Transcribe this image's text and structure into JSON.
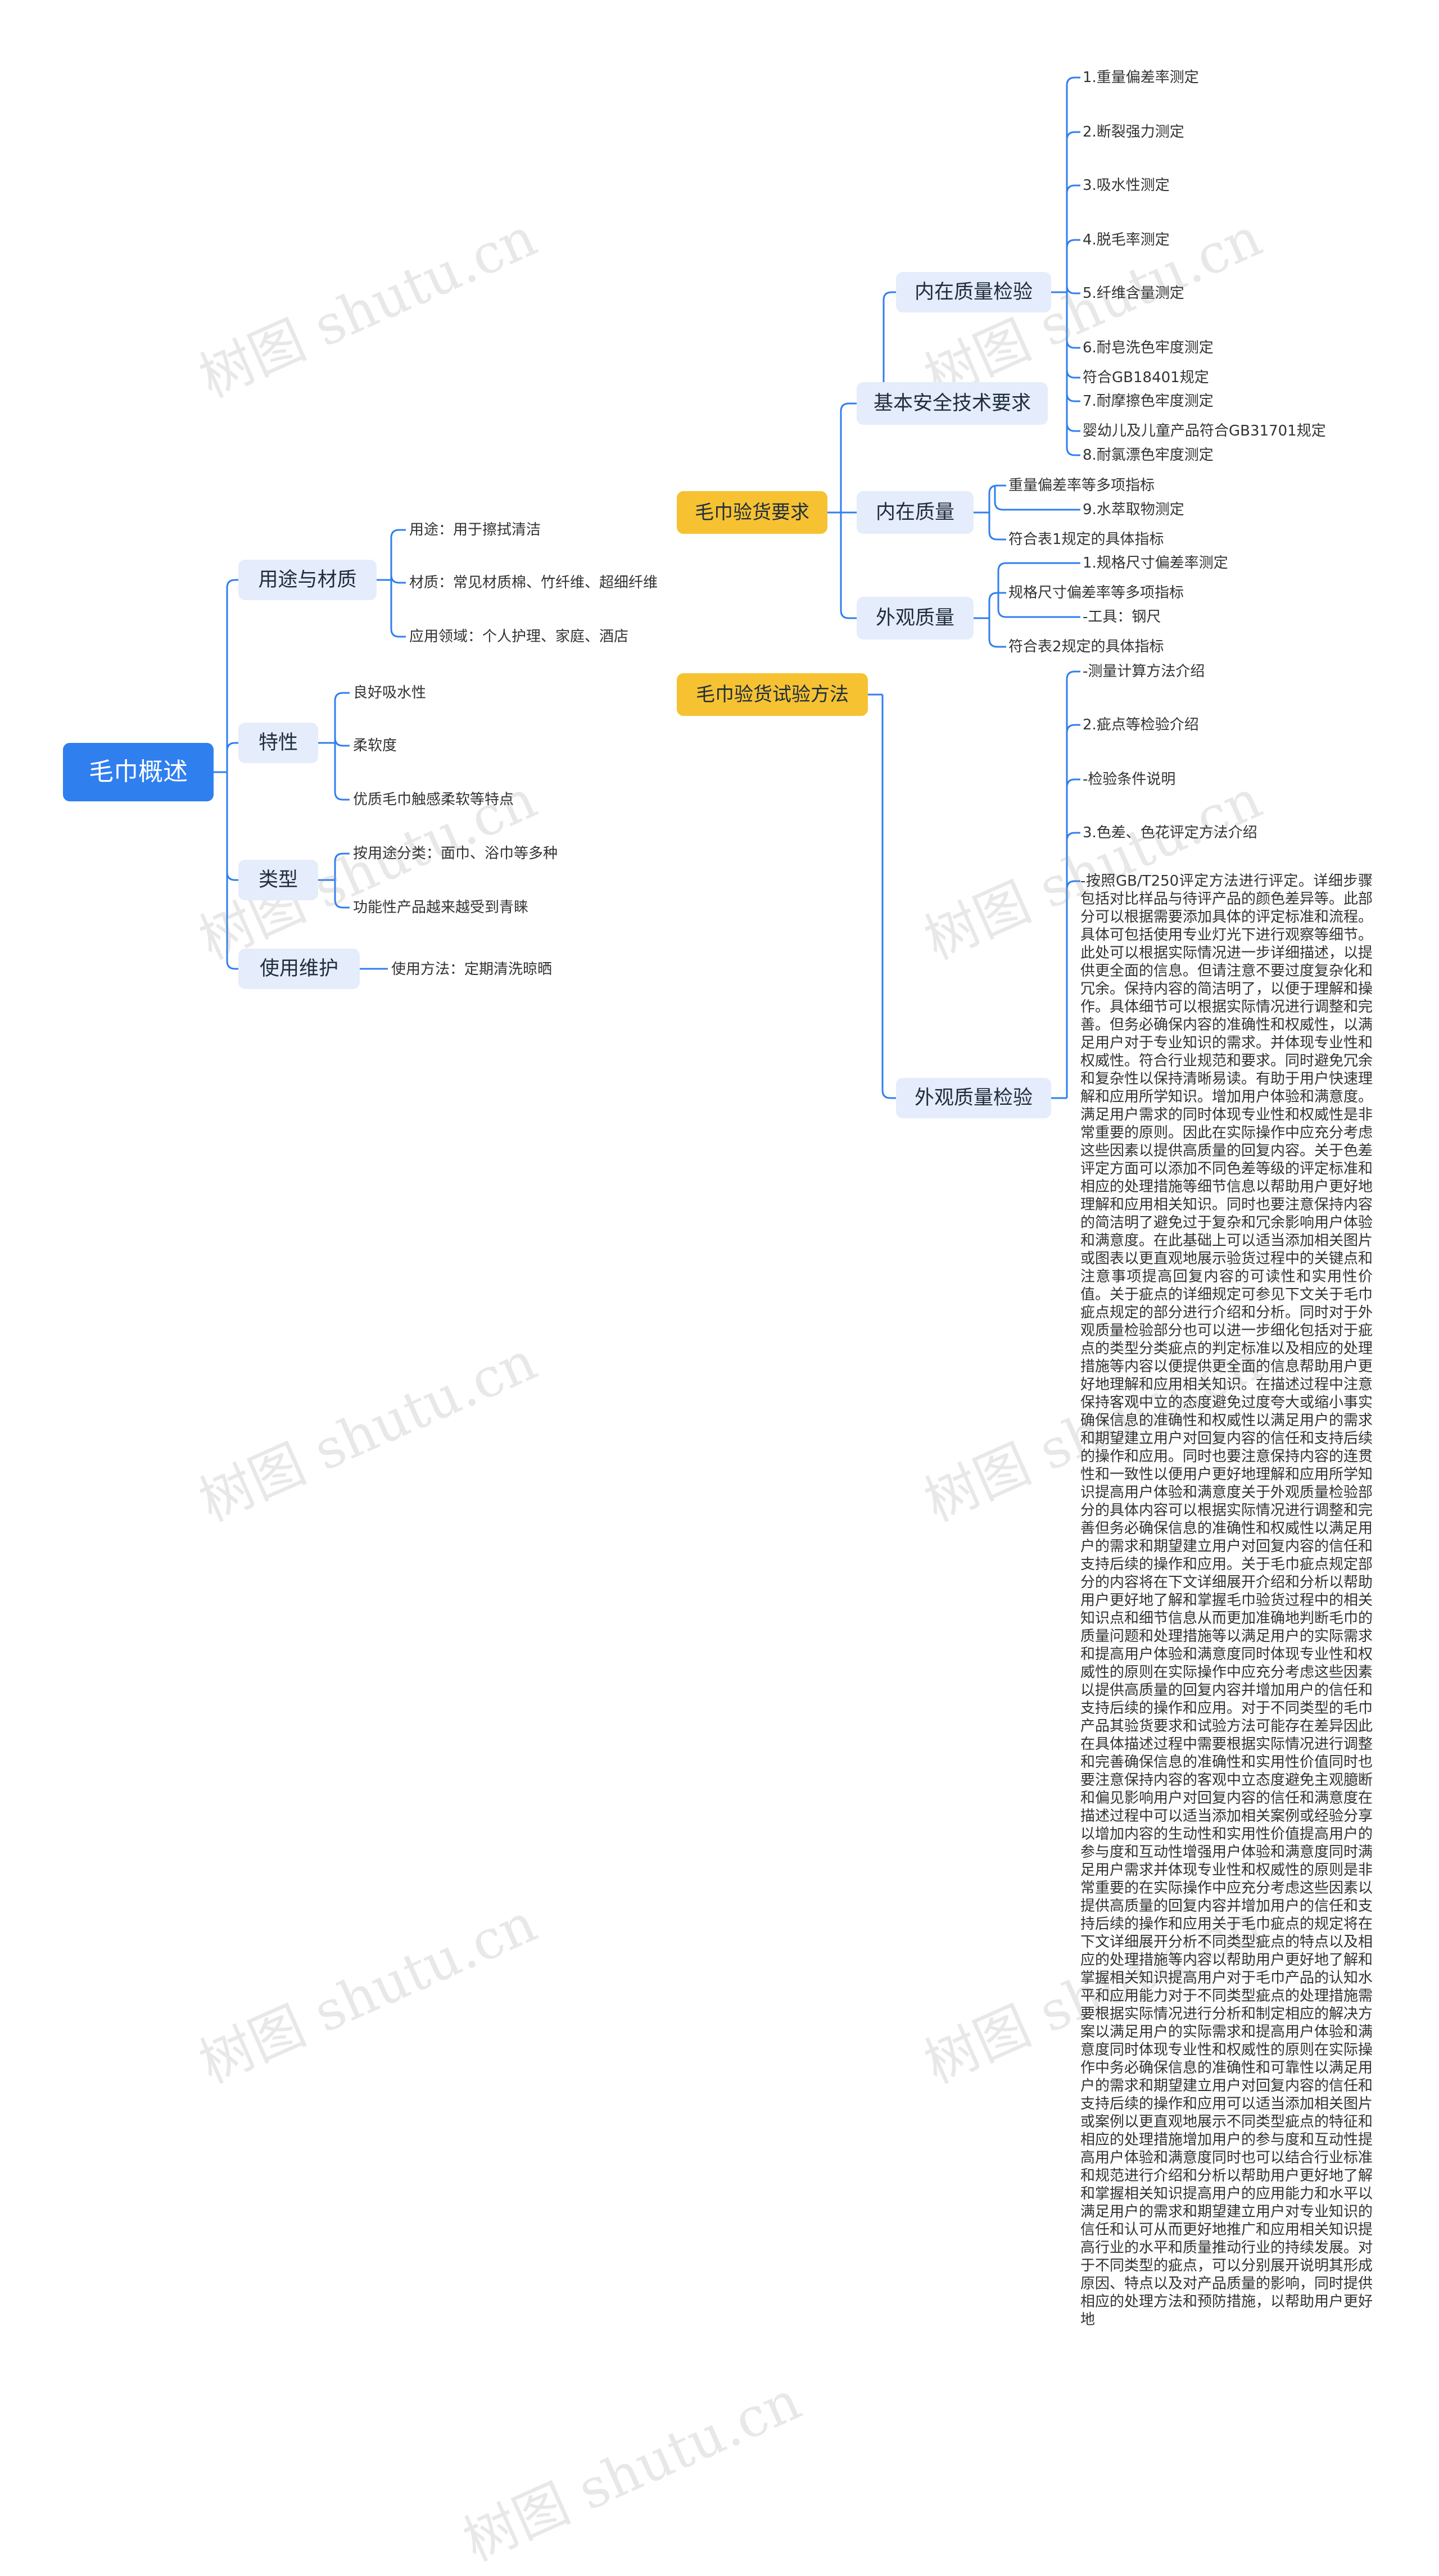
{
  "root": "毛巾概述",
  "left": {
    "usage": {
      "label": "用途与材质",
      "items": [
        "用途：用于擦拭清洁",
        "材质：常见材质棉、竹纤维、超细纤维",
        "应用领域：个人护理、家庭、酒店"
      ]
    },
    "features": {
      "label": "特性",
      "items": [
        "良好吸水性",
        "柔软度",
        "优质毛巾触感柔软等特点"
      ]
    },
    "types": {
      "label": "类型",
      "items": [
        "按用途分类：面巾、浴巾等多种",
        "功能性产品越来越受到青睐"
      ]
    },
    "care": {
      "label": "使用维护",
      "items": [
        "使用方法：定期清洗晾晒"
      ]
    }
  },
  "right": {
    "acceptance": {
      "label": "毛巾验货要求",
      "safety": {
        "label": "基本安全技术要求",
        "inner_check": {
          "label": "内在质量检验",
          "items": [
            "1.重量偏差率测定",
            "2.断裂强力测定",
            "3.吸水性测定",
            "4.脱毛率测定",
            "5.纤维含量测定",
            "6.耐皂洗色牢度测定",
            "符合GB18401规定",
            "7.耐摩擦色牢度测定",
            "婴幼儿及儿童产品符合GB31701规定",
            "8.耐氯漂色牢度测定"
          ]
        }
      },
      "inner": {
        "label": "内在质量",
        "sub": "重量偏差率等多项指标",
        "sub_child": "9.水萃取物测定",
        "item": "符合表1规定的具体指标"
      },
      "appearance": {
        "label": "外观质量",
        "first": "1.规格尺寸偏差率测定",
        "sub": "规格尺寸偏差率等多项指标",
        "sub_child": "-工具：钢尺",
        "item": "符合表2规定的具体指标"
      }
    },
    "test": {
      "label": "毛巾验货试验方法",
      "appearance_check": {
        "label": "外观质量检验",
        "items": [
          "-测量计算方法介绍",
          "2.疵点等检验介绍",
          "-检验条件说明",
          "3.色差、色花评定方法介绍"
        ],
        "paragraph": "-按照GB/T250评定方法进行评定。详细步骤包括对比样品与待评产品的颜色差异等。此部分可以根据需要添加具体的评定标准和流程。具体可包括使用专业灯光下进行观察等细节。此处可以根据实际情况进一步详细描述，以提供更全面的信息。但请注意不要过度复杂化和冗余。保持内容的简洁明了，以便于理解和操作。具体细节可以根据实际情况进行调整和完善。但务必确保内容的准确性和权威性，以满足用户对于专业知识的需求。并体现专业性和权威性。符合行业规范和要求。同时避免冗余和复杂性以保持清晰易读。有助于用户快速理解和应用所学知识。增加用户体验和满意度。满足用户需求的同时体现专业性和权威性是非常重要的原则。因此在实际操作中应充分考虑这些因素以提供高质量的回复内容。关于色差评定方面可以添加不同色差等级的评定标准和相应的处理措施等细节信息以帮助用户更好地理解和应用相关知识。同时也要注意保持内容的简洁明了避免过于复杂和冗余影响用户体验和满意度。在此基础上可以适当添加相关图片或图表以更直观地展示验货过程中的关键点和注意事项提高回复内容的可读性和实用性价值。关于疵点的详细规定可参见下文关于毛巾疵点规定的部分进行介绍和分析。同时对于外观质量检验部分也可以进一步细化包括对于疵点的类型分类疵点的判定标准以及相应的处理措施等内容以便提供更全面的信息帮助用户更好地理解和应用相关知识。在描述过程中注意保持客观中立的态度避免过度夸大或缩小事实确保信息的准确性和权威性以满足用户的需求和期望建立用户对回复内容的信任和支持后续的操作和应用。同时也要注意保持内容的连贯性和一致性以便用户更好地理解和应用所学知识提高用户体验和满意度关于外观质量检验部分的具体内容可以根据实际情况进行调整和完善但务必确保信息的准确性和权威性以满足用户的需求和期望建立用户对回复内容的信任和支持后续的操作和应用。关于毛巾疵点规定部分的内容将在下文详细展开介绍和分析以帮助用户更好地了解和掌握毛巾验货过程中的相关知识点和细节信息从而更加准确地判断毛巾的质量问题和处理措施等以满足用户的实际需求和提高用户体验和满意度同时体现专业性和权威性的原则在实际操作中应充分考虑这些因素以提供高质量的回复内容并增加用户的信任和支持后续的操作和应用。对于不同类型的毛巾产品其验货要求和试验方法可能存在差异因此在具体描述过程中需要根据实际情况进行调整和完善确保信息的准确性和实用性价值同时也要注意保持内容的客观中立态度避免主观臆断和偏见影响用户对回复内容的信任和满意度在描述过程中可以适当添加相关案例或经验分享以增加内容的生动性和实用性价值提高用户的参与度和互动性增强用户体验和满意度同时满足用户需求并体现专业性和权威性的原则是非常重要的在实际操作中应充分考虑这些因素以提供高质量的回复内容并增加用户的信任和支持后续的操作和应用关于毛巾疵点的规定将在下文详细展开分析不同类型疵点的特点以及相应的处理措施等内容以帮助用户更好地了解和掌握相关知识提高用户对于毛巾产品的认知水平和应用能力对于不同类型疵点的处理措施需要根据实际情况进行分析和制定相应的解决方案以满足用户的实际需求和提高用户体验和满意度同时体现专业性和权威性的原则在实际操作中务必确保信息的准确性和可靠性以满足用户的需求和期望建立用户对回复内容的信任和支持后续的操作和应用可以适当添加相关图片或案例以更直观地展示不同类型疵点的特征和相应的处理措施增加用户的参与度和互动性提高用户体验和满意度同时也可以结合行业标准和规范进行介绍和分析以帮助用户更好地了解和掌握相关知识提高用户的应用能力和水平以满足用户的需求和期望建立用户对专业知识的信任和认可从而更好地推广和应用相关知识提高行业的水平和质量推动行业的持续发展。对于不同类型的疵点，可以分别展开说明其形成原因、特点以及对产品质量的影响，同时提供相应的处理方法和预防措施，以帮助用户更好地"
      }
    }
  },
  "watermark": "树图 shutu.cn"
}
